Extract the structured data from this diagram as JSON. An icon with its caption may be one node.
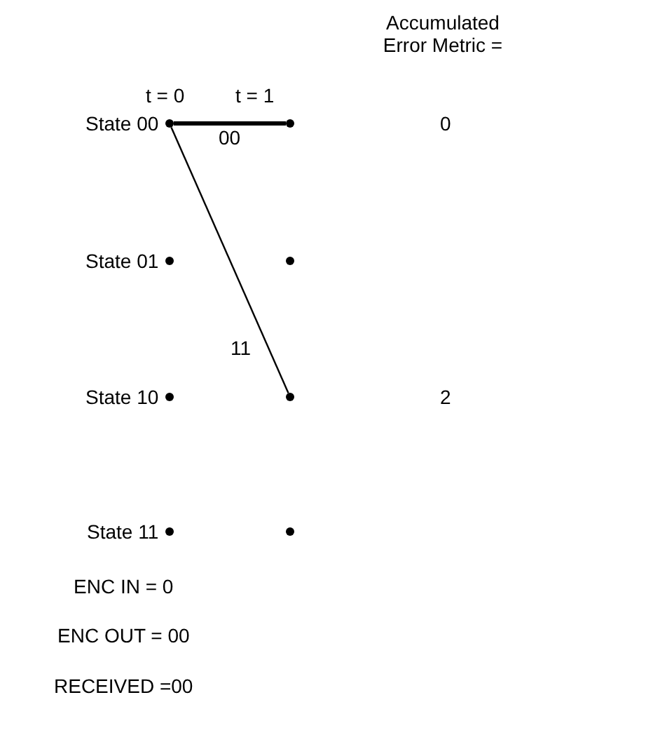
{
  "diagram": {
    "nodes": [
      {
        "text": [],
        "shape": "circle",
        "beside": [
          "State 00"
        ]
      },
      {
        "text": [],
        "shape": "circle",
        "beside": [
          "State 01"
        ]
      },
      {
        "text": [],
        "shape": "circle",
        "beside": [
          "State 10"
        ]
      },
      {
        "text": [],
        "shape": "circle",
        "beside": [
          "State 11"
        ]
      },
      {
        "text": [],
        "shape": "circle"
      },
      {
        "text": [],
        "shape": "circle"
      },
      {
        "text": [],
        "shape": "circle"
      },
      {
        "text": [],
        "shape": "circle"
      }
    ],
    "edges": [
      {
        "from": 0,
        "to": 4,
        "arrow": "none",
        "label": "00",
        "style": "thick"
      },
      {
        "from": 0,
        "to": 6,
        "arrow": "none",
        "label": "11"
      }
    ],
    "labels": [
      "Accumulated Error Metric =",
      "t = 0",
      "t = 1",
      "0",
      "2",
      "ENC IN = 0",
      "ENC OUT = 00",
      "RECEIVED =00"
    ]
  }
}
